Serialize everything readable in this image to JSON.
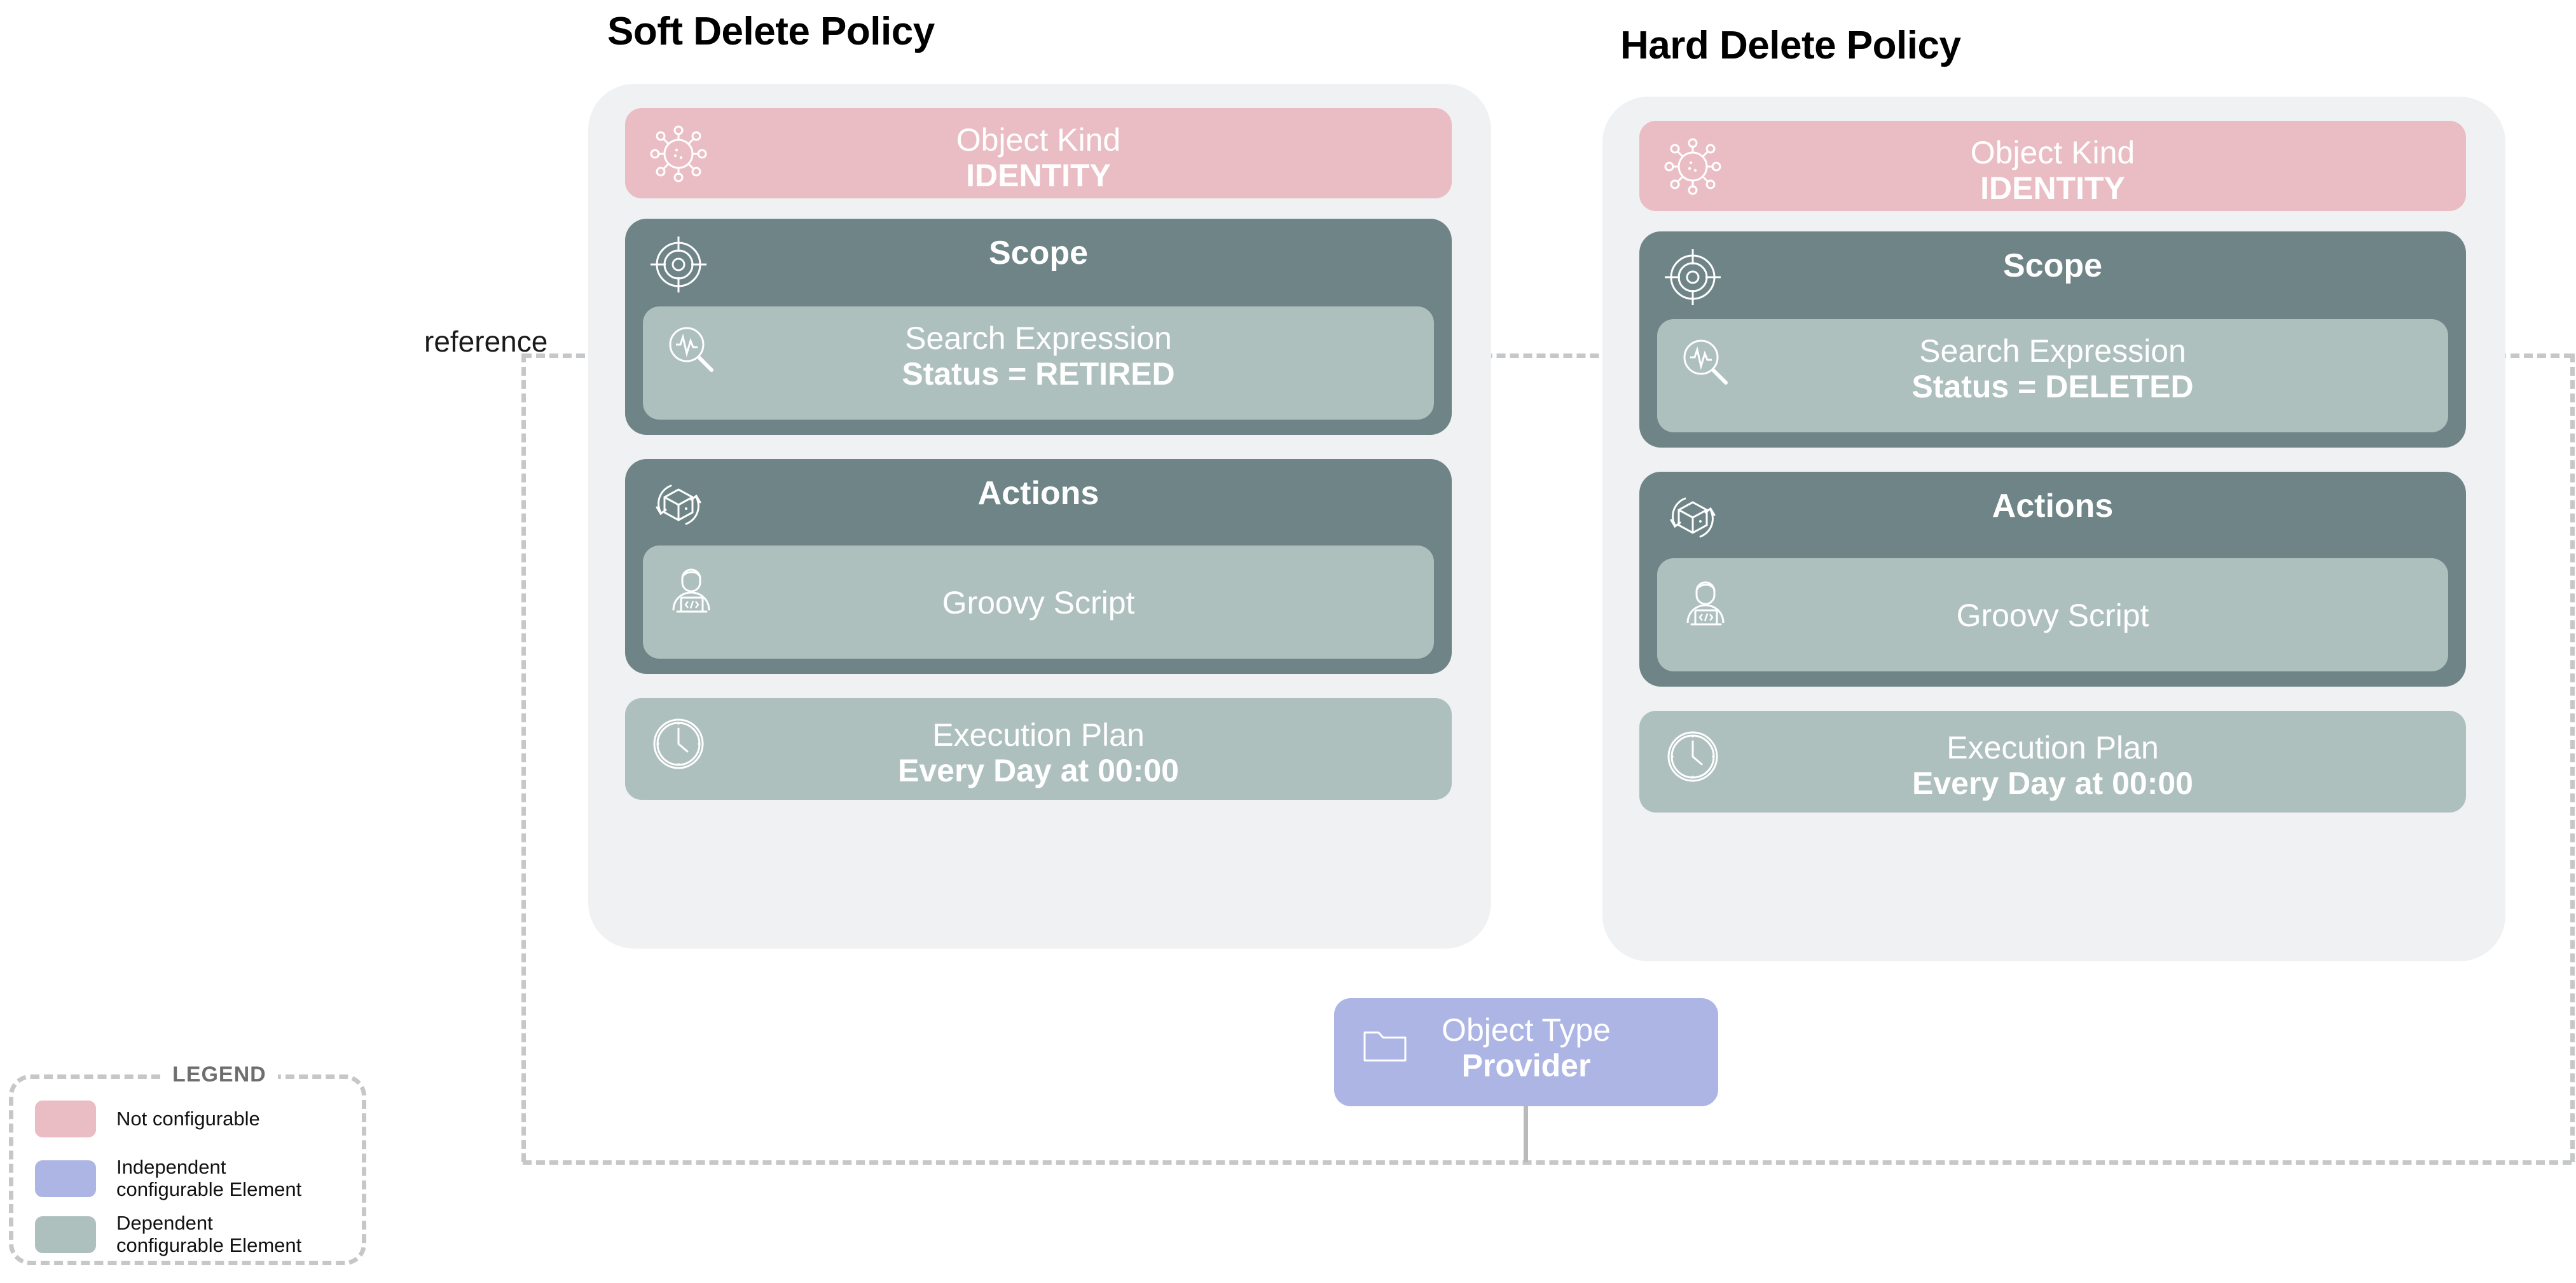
{
  "diagram": {
    "reference_label": "reference",
    "colors": {
      "not_configurable": "#e9bdc3",
      "independent_configurable": "#adb5e5",
      "dependent_configurable": "#aec0bd",
      "section": "#6e8486",
      "panel": "#f0f1f3",
      "connector": "#c5c7c9"
    }
  },
  "policies": [
    {
      "title": "Soft Delete Policy",
      "object_kind": {
        "label": "Object Kind",
        "value": "IDENTITY",
        "icon": "molecule-icon"
      },
      "scope": {
        "title": "Scope",
        "icon": "target-icon",
        "item": {
          "label": "Search Expression",
          "value": "Status = RETIRED",
          "icon": "search-pulse-icon"
        }
      },
      "actions": {
        "title": "Actions",
        "icon": "box-refresh-icon",
        "item": {
          "label": "Groovy Script",
          "icon": "developer-icon"
        }
      },
      "execution_plan": {
        "label": "Execution Plan",
        "value": "Every Day at 00:00",
        "icon": "clock-icon"
      }
    },
    {
      "title": "Hard Delete Policy",
      "object_kind": {
        "label": "Object Kind",
        "value": "IDENTITY",
        "icon": "molecule-icon"
      },
      "scope": {
        "title": "Scope",
        "icon": "target-icon",
        "item": {
          "label": "Search Expression",
          "value": "Status = DELETED",
          "icon": "search-pulse-icon"
        }
      },
      "actions": {
        "title": "Actions",
        "icon": "box-refresh-icon",
        "item": {
          "label": "Groovy Script",
          "icon": "developer-icon"
        }
      },
      "execution_plan": {
        "label": "Execution Plan",
        "value": "Every Day at 00:00",
        "icon": "clock-icon"
      }
    }
  ],
  "object_type": {
    "label": "Object Type",
    "value": "Provider",
    "icon": "folder-icon"
  },
  "legend": {
    "title": "LEGEND",
    "items": [
      {
        "label": "Not configurable",
        "color": "#e9bdc3"
      },
      {
        "label": "Independent\nconfigurable Element",
        "color": "#adb5e5"
      },
      {
        "label": "Dependent\nconfigurable Element",
        "color": "#aec0bd"
      }
    ]
  }
}
